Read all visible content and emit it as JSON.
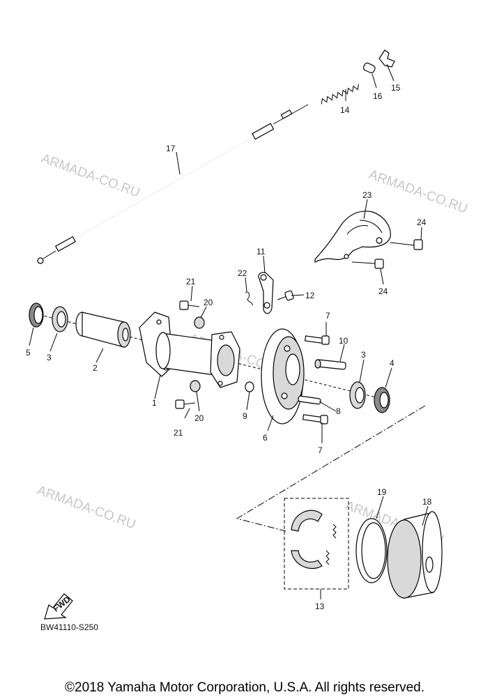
{
  "diagram": {
    "callouts": {
      "c1": "1",
      "c2": "2",
      "c3a": "3",
      "c3b": "3",
      "c4": "4",
      "c5": "5",
      "c6": "6",
      "c7a": "7",
      "c7b": "7",
      "c8": "8",
      "c9": "9",
      "c10": "10",
      "c11": "11",
      "c12": "12",
      "c13": "13",
      "c14": "14",
      "c15": "15",
      "c16": "16",
      "c17": "17",
      "c18": "18",
      "c19": "19",
      "c20a": "20",
      "c20b": "20",
      "c21a": "21",
      "c21b": "21",
      "c22": "22",
      "c23": "23",
      "c24a": "24",
      "c24b": "24"
    },
    "watermark": "ARMADA-CO.RU",
    "fwd_label": "FWD",
    "diagram_code": "BW41110-S250",
    "copyright": "©2018 Yamaha Motor Corporation, U.S.A. All rights reserved."
  }
}
